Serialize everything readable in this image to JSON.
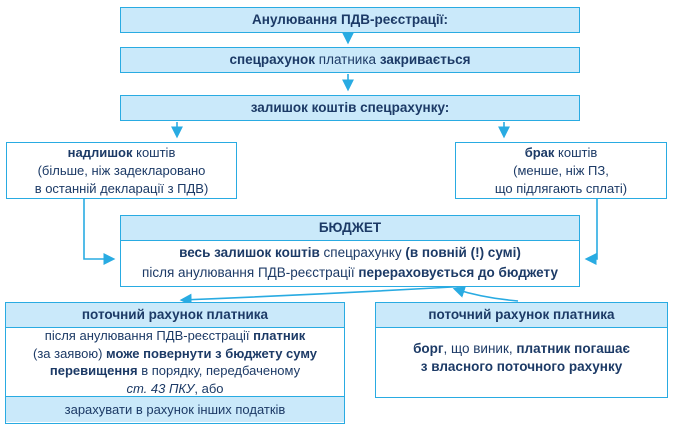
{
  "colors": {
    "box_fill": "#cae9fa",
    "box_border": "#29abe2",
    "arrow": "#29abe2",
    "text": "#1c3a66",
    "background": "#ffffff"
  },
  "flow": {
    "title": "Анулювання ПДВ-реєстрації:",
    "close": {
      "s1": "спецрахунок",
      "s2": " платника ",
      "s3": "закривається"
    },
    "balance": "залишок коштів спецрахунку:",
    "surplus": {
      "head_b": "надлишок",
      "head_r": " коштів",
      "line2": "(більше, ніж задекларовано",
      "line3": "в останній декларації з ПДВ)"
    },
    "shortage": {
      "head_b": "брак",
      "head_r": " коштів",
      "line2": "(менше, ніж ПЗ,",
      "line3": "що підлягають сплаті)"
    },
    "budget": {
      "header": "БЮДЖЕТ",
      "l1a": "весь залишок коштів ",
      "l1b": "спецрахунку ",
      "l1c": "(в повній (!) сумі)",
      "l2a": "після анулювання ПДВ-реєстрації ",
      "l2b": "перераховується до бюджету"
    },
    "refund": {
      "header": "поточний рахунок платника",
      "l1a": "після анулювання ПДВ-реєстрації ",
      "l1b": "платник",
      "l2a": "(за заявою) ",
      "l2b": "може повернути з бюджету суму",
      "l3a": "перевищення ",
      "l3b": "в порядку, передбаченому",
      "l4a": "ст. 43 ПКУ",
      "l4b": ", або",
      "footer": "зарахувати в рахунок інших податків"
    },
    "debt": {
      "header": "поточний рахунок платника",
      "l1a": "борг",
      "l1b": ", що виник, ",
      "l1c": "платник погашає",
      "l2": "з власного поточного рахунку"
    }
  }
}
